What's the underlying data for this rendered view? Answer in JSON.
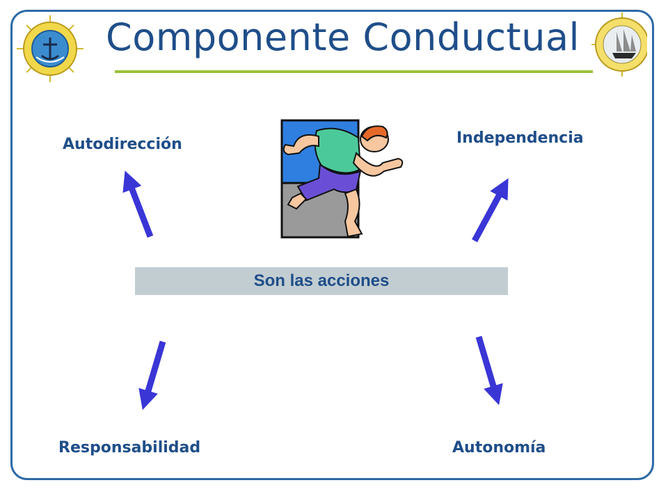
{
  "slide": {
    "title": "Componente Conductual",
    "center_label": "Son las acciones",
    "labels": {
      "top_left": "Autodirección",
      "top_right": "Independencia",
      "bottom_left": "Responsabilidad",
      "bottom_right": "Autonomía"
    }
  },
  "colors": {
    "frame": "#2e6aa6",
    "title": "#1f4e89",
    "title_rule": "#9bc13c",
    "arrow": "#3a36d6",
    "bar": "#c2cdd2"
  },
  "icons": {
    "seal_left": "university-seal-icon",
    "seal_right": "sailing-ship-seal-icon",
    "runner": "runner-clipart-icon"
  }
}
